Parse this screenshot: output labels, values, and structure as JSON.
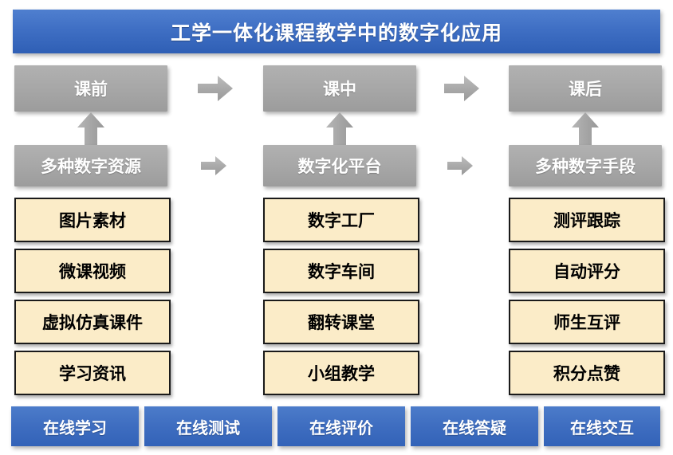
{
  "title": {
    "text": "工学一体化课程教学中的数字化应用"
  },
  "colors": {
    "title_blue_top": "#4f7fcf",
    "title_blue_bottom": "#2f5fb5",
    "stage_gray": "#a7a7a7",
    "item_cream": "#fbecc8",
    "item_border": "#1a1a1a",
    "bottom_blue": "#3e6dc0",
    "arrow_gray": "#a8a8a8",
    "background": "#ffffff"
  },
  "columns": [
    {
      "stage_label": "课前",
      "platform_label": "多种数字资源",
      "items": [
        {
          "label": "图片素材"
        },
        {
          "label": "微课视频"
        },
        {
          "label": "虚拟仿真课件"
        },
        {
          "label": "学习资讯"
        }
      ]
    },
    {
      "stage_label": "课中",
      "platform_label": "数字化平台",
      "items": [
        {
          "label": "数字工厂"
        },
        {
          "label": "数字车间"
        },
        {
          "label": "翻转课堂"
        },
        {
          "label": "小组教学"
        }
      ]
    },
    {
      "stage_label": "课后",
      "platform_label": "多种数字手段",
      "items": [
        {
          "label": "测评跟踪"
        },
        {
          "label": "自动评分"
        },
        {
          "label": "师生互评"
        },
        {
          "label": "积分点赞"
        }
      ]
    }
  ],
  "connectors": {
    "stage_arrow_1": "right-arrow-icon",
    "stage_arrow_2": "right-arrow-icon",
    "platform_arrow_1": "right-arrow-icon",
    "platform_arrow_2": "right-arrow-icon",
    "up_arrow_1": "up-arrow-icon",
    "up_arrow_2": "up-arrow-icon",
    "up_arrow_3": "up-arrow-icon"
  },
  "footer": {
    "items": [
      {
        "label": "在线学习"
      },
      {
        "label": "在线测试"
      },
      {
        "label": "在线评价"
      },
      {
        "label": "在线答疑"
      },
      {
        "label": "在线交互"
      }
    ]
  }
}
